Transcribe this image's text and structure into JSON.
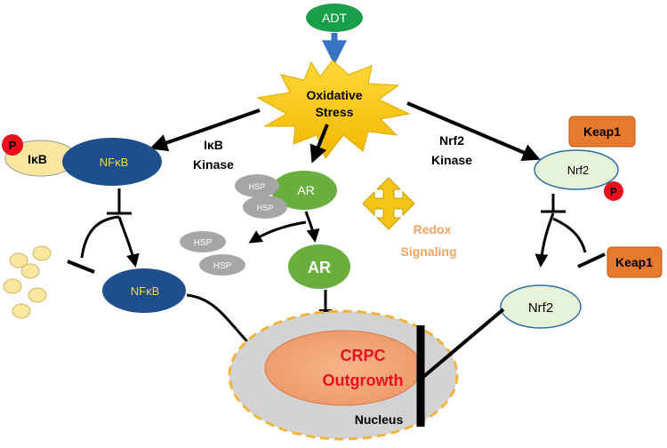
{
  "labels": {
    "adt": "ADT",
    "oxidative_stress_line1": "Oxidative",
    "oxidative_stress_line2": "Stress",
    "ikb_kinase_line1": "IκB",
    "ikb_kinase_line2": "Kinase",
    "nrf2_kinase_line1": "Nrf2",
    "nrf2_kinase_line2": "Kinase",
    "ikb": "IκB",
    "phospho": "P",
    "nfkb": "NFκB",
    "hsp": "HSP",
    "ar": "AR",
    "redox_line1": "Redox",
    "redox_line2": "Signaling",
    "keap1": "Keap1",
    "nrf2": "Nrf2",
    "crpc_line1": "CRPC",
    "crpc_line2": "Outgrowth",
    "nucleus": "Nucleus"
  },
  "colors": {
    "adt_green": "#1a9e4a",
    "star_yellow": "#f5c518",
    "nfkb_blue": "#1f4e8c",
    "ikb_cream": "#fbe6a0",
    "phospho_red": "#e8101e",
    "ar_green": "#6aae3e",
    "hsp_gray": "#a6a6a6",
    "keap1_orange": "#e87a2e",
    "nrf2_mint": "#e6f3d8",
    "crpc_text": "#e8101e",
    "nucleus_gray": "#d3d3d3",
    "nucleus_border": "#f2b33a",
    "redox_orange": "#f4a460",
    "arrow_blue": "#3a73c4"
  }
}
